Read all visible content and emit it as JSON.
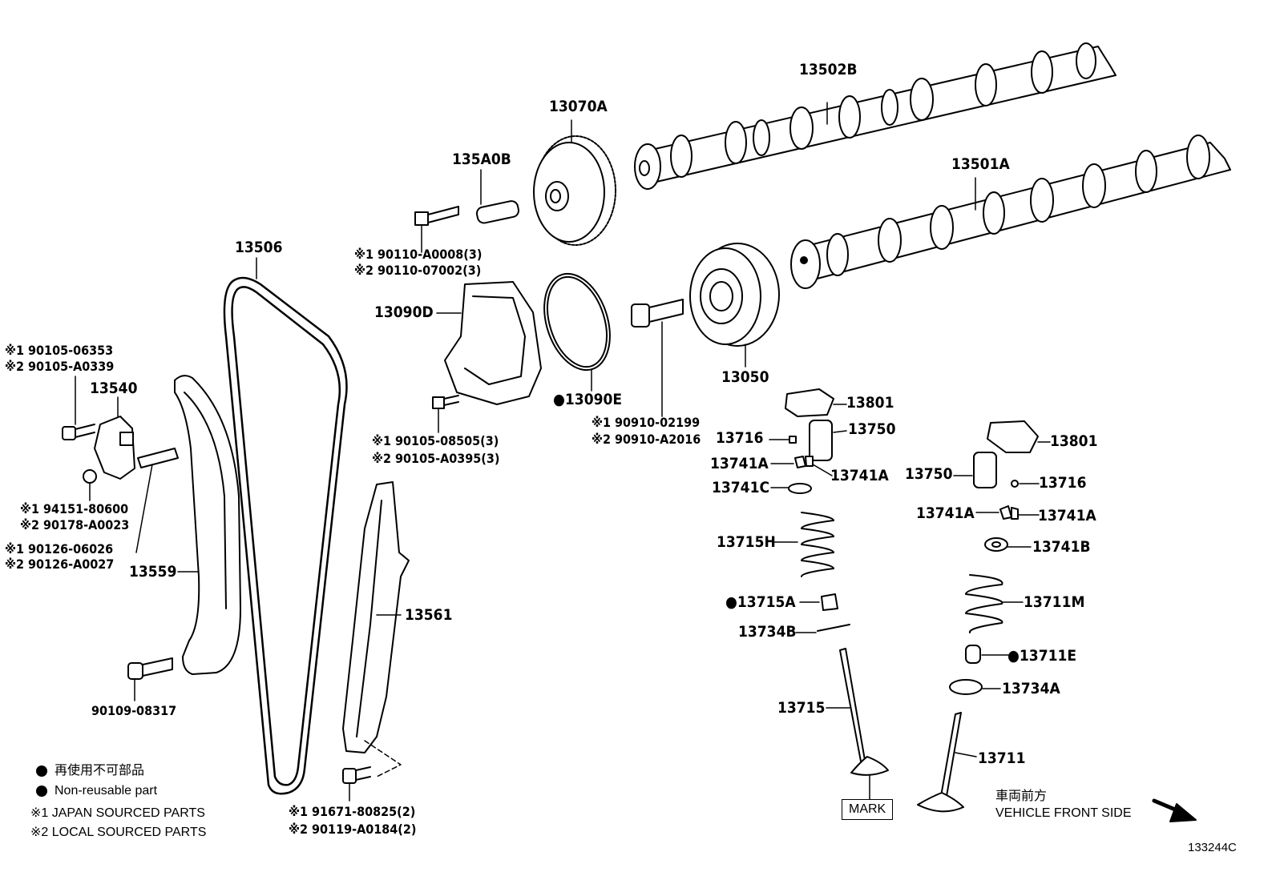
{
  "parts": {
    "p13502B": "13502B",
    "p13070A": "13070A",
    "p135A0B": "135A0B",
    "p13501A": "13501A",
    "p13506": "13506",
    "bolt_cam_1": "※1 90110-A0008(3)",
    "bolt_cam_2": "※2 90110-07002(3)",
    "p13090D": "13090D",
    "p13090E": "●13090E",
    "p13050": "13050",
    "bolt_vvt_1": "※1 90910-02199",
    "bolt_vvt_2": "※2 90910-A2016",
    "bolt_cover_1": "※1 90105-08505(3)",
    "bolt_cover_2": "※2 90105-A0395(3)",
    "bolt_tens_1": "※1 90105-06353",
    "bolt_tens_2": "※2 90105-A0339",
    "p13540": "13540",
    "nut_1": "※1 94151-80600",
    "nut_2": "※2 90178-A0023",
    "stud_1": "※1 90126-06026",
    "stud_2": "※2 90126-A0027",
    "p13559": "13559",
    "p13561": "13561",
    "bolt_slipper": "90109-08317",
    "bolt_guide_1": "※1 91671-80825(2)",
    "bolt_guide_2": "※2 90119-A0184(2)",
    "p13801_a": "13801",
    "p13716_a": "13716",
    "p13750_a": "13750",
    "p13741A_a": "13741A",
    "p13741A_b": "13741A",
    "p13741C": "13741C",
    "p13715H": "13715H",
    "p13715A": "●13715A",
    "p13734B": "13734B",
    "p13715": "13715",
    "p13801_b": "13801",
    "p13750_b": "13750",
    "p13716_b": "13716",
    "p13741A_c": "13741A",
    "p13741A_d": "13741A",
    "p13741B": "13741B",
    "p13711M": "13711M",
    "p13711E": "●13711E",
    "p13734A": "13734A",
    "p13711": "13711"
  },
  "legend": {
    "non_reusable_jp": "再使用不可部品",
    "non_reusable_en": "Non-reusable part",
    "japan_sourced": "※1 JAPAN SOURCED PARTS",
    "local_sourced": "※2 LOCAL SOURCED PARTS"
  },
  "mark_label": "MARK",
  "front_jp": "車両前方",
  "front_en": "VEHICLE FRONT SIDE",
  "figure_id": "133244C"
}
